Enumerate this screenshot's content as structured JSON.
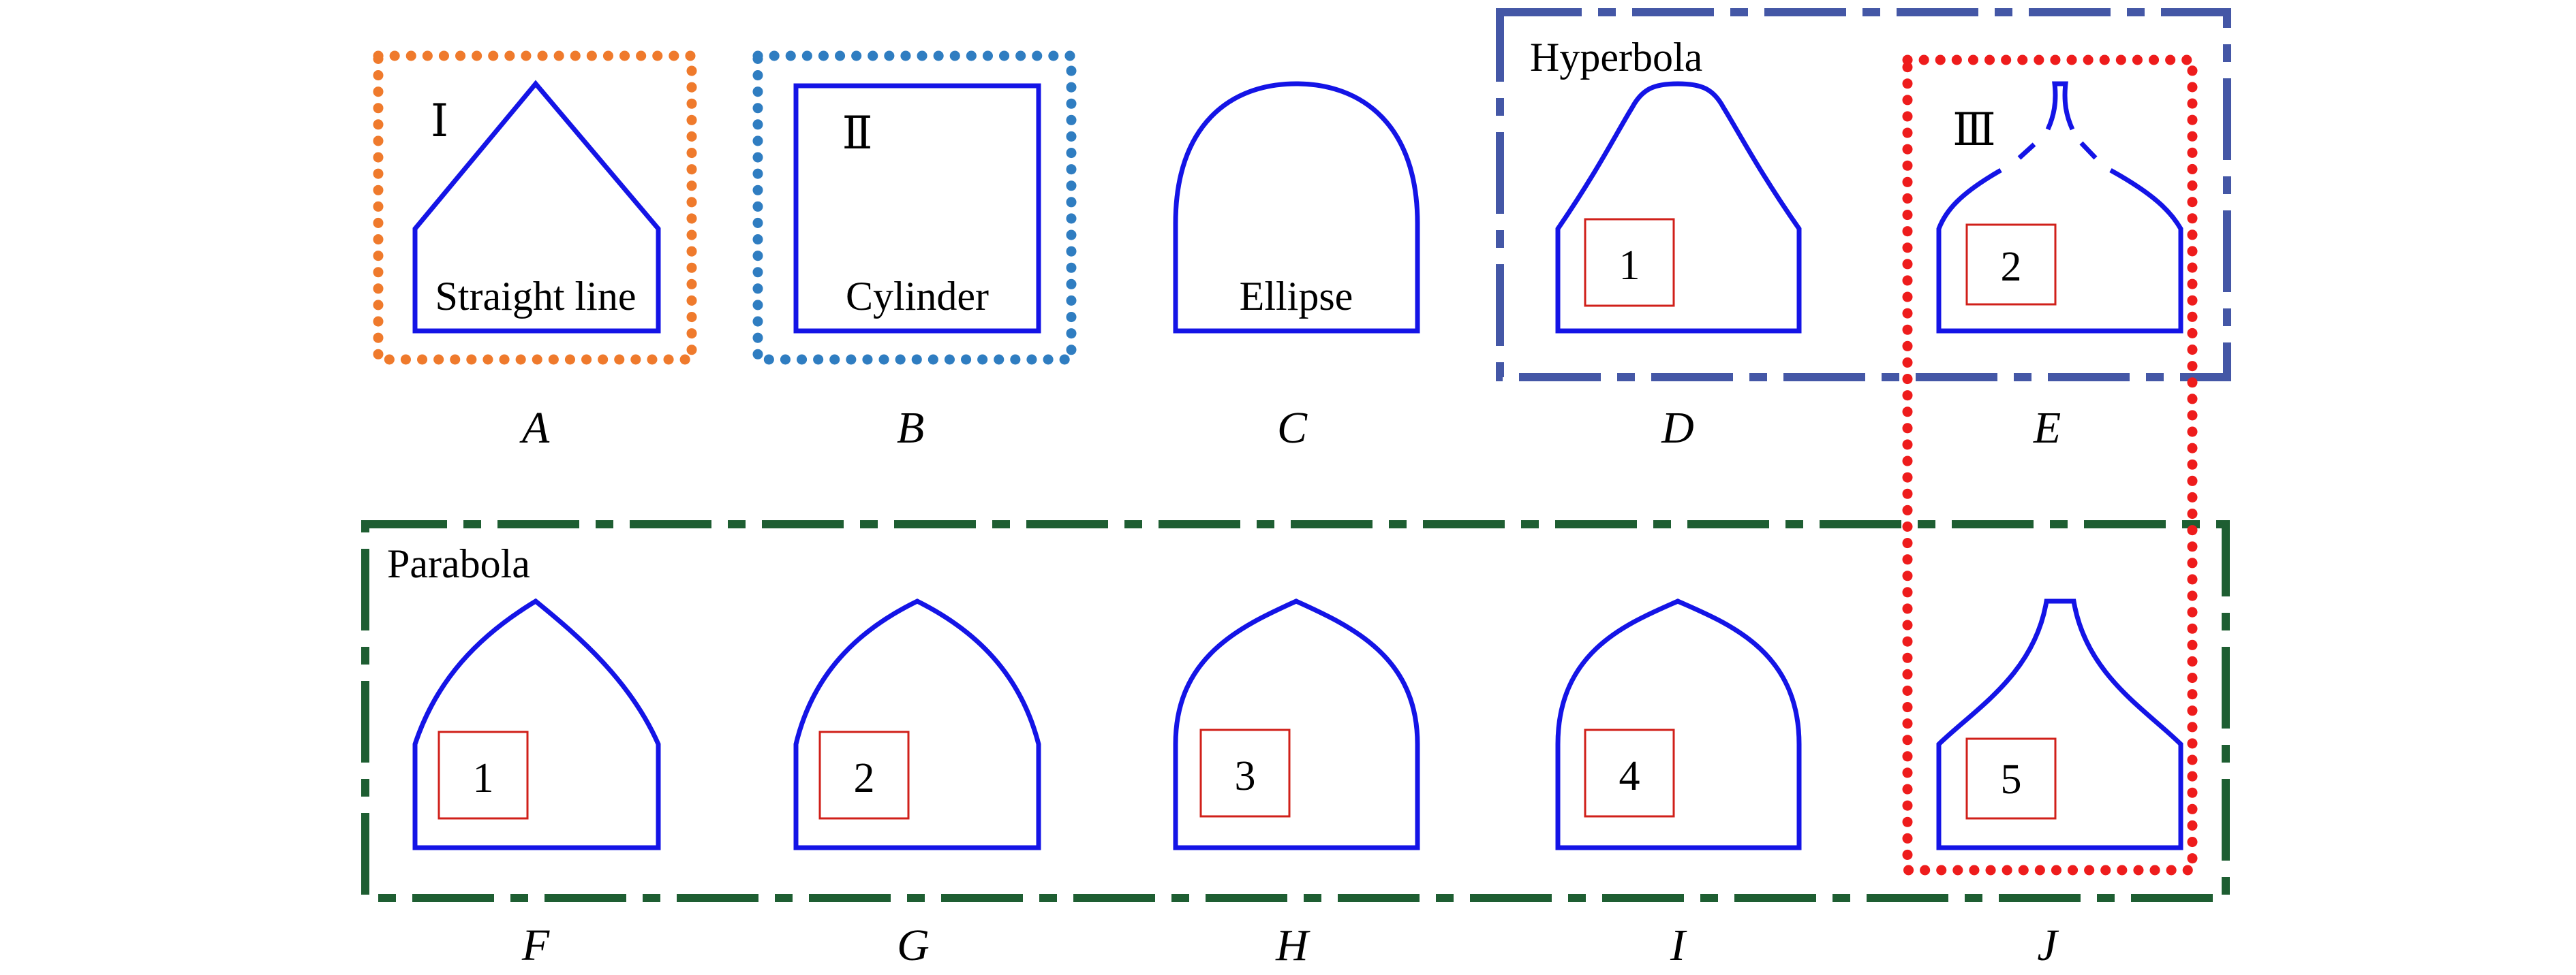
{
  "shapes": [
    {
      "id": "A",
      "caption": "A",
      "name": "Straight line",
      "roman": "Ⅰ"
    },
    {
      "id": "B",
      "caption": "B",
      "name": "Cylinder",
      "roman": "Ⅱ"
    },
    {
      "id": "C",
      "caption": "C",
      "name": "Ellipse"
    },
    {
      "id": "D",
      "caption": "D",
      "tag": "1"
    },
    {
      "id": "E",
      "caption": "E",
      "tag": "2",
      "roman": "Ⅲ"
    },
    {
      "id": "F",
      "caption": "F",
      "tag": "1"
    },
    {
      "id": "G",
      "caption": "G",
      "tag": "2"
    },
    {
      "id": "H",
      "caption": "H",
      "tag": "3"
    },
    {
      "id": "I",
      "caption": "I",
      "tag": "4"
    },
    {
      "id": "J",
      "caption": "J",
      "tag": "5"
    }
  ],
  "groups": {
    "hyperbola": {
      "label": "Hyperbola",
      "color": "#4457a6"
    },
    "parabola": {
      "label": "Parabola",
      "color": "#1e5e32"
    }
  },
  "colors": {
    "outline": "#1414e6",
    "tag_box": "#d0201a",
    "group_one": "#ef7a2c",
    "group_two": "#2f7dc1",
    "group_three": "#ee1c1c"
  }
}
